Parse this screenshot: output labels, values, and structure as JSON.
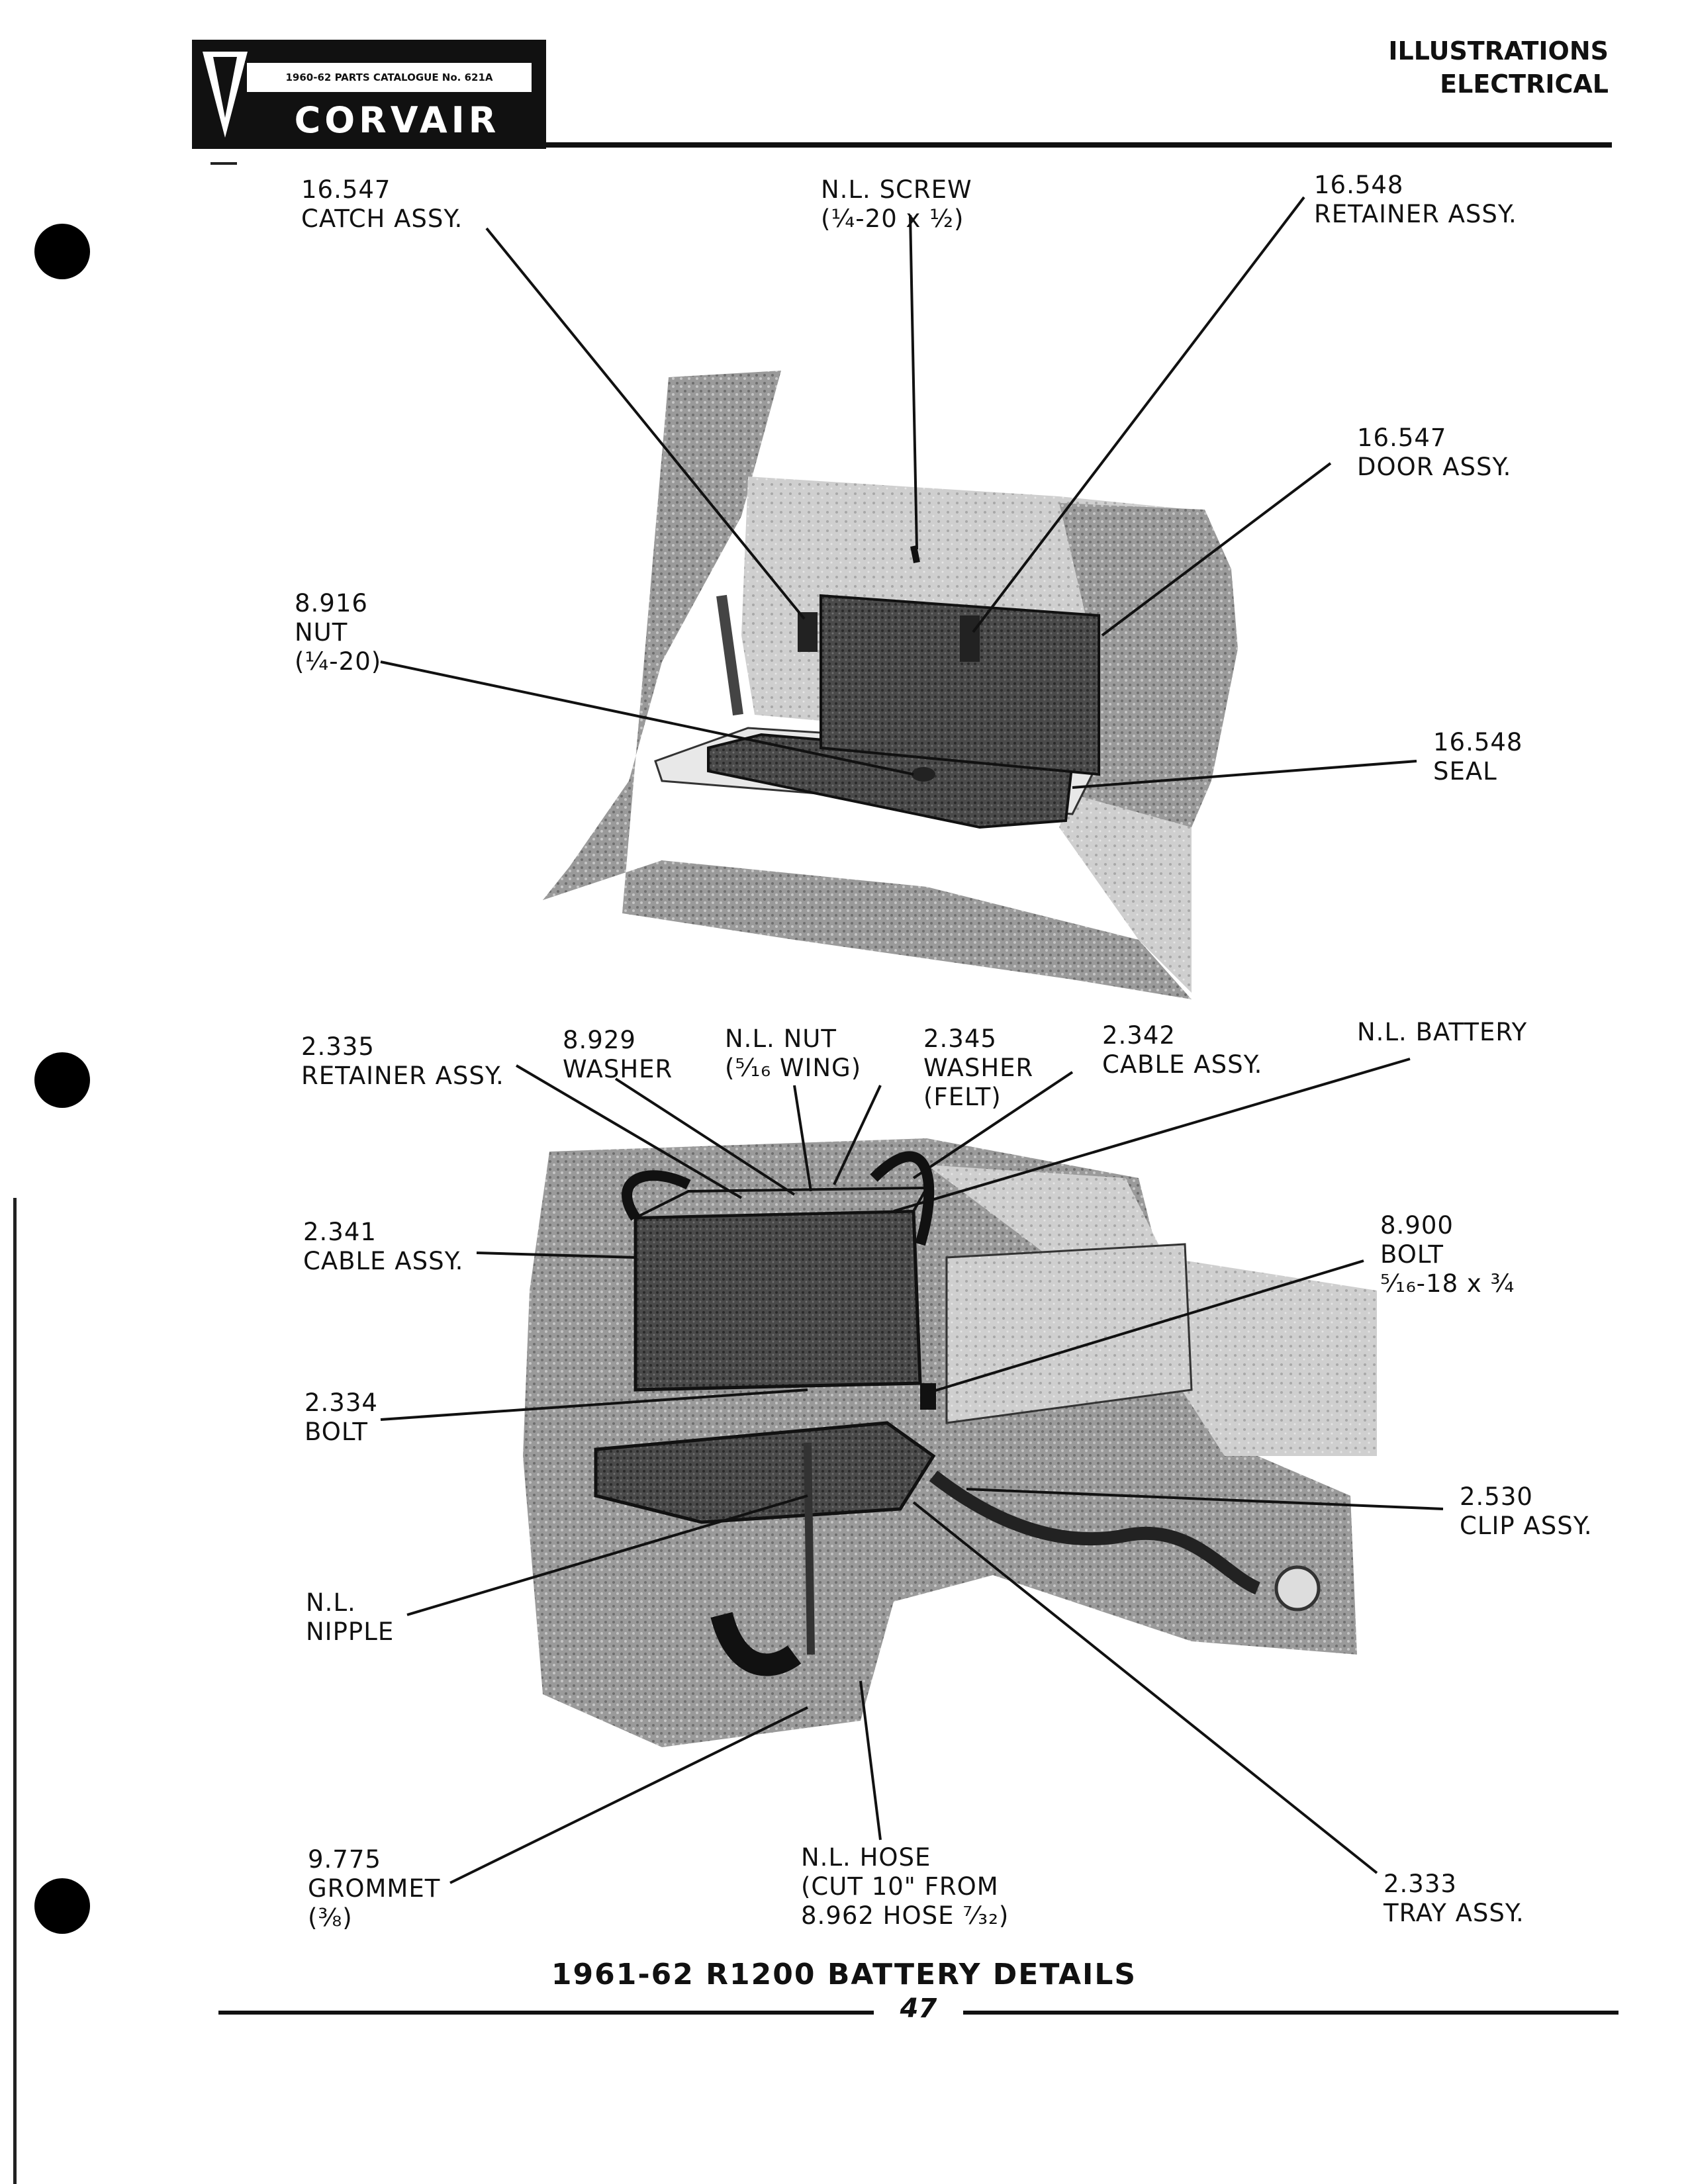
{
  "header": {
    "logo_catalogue": "1960-62 PARTS CATALOGUE No. 621A",
    "logo_brand": "CORVAIR",
    "section_title": "ILLUSTRATIONS",
    "section_subtitle": "ELECTRICAL"
  },
  "top_figure": {
    "labels": [
      {
        "lines": [
          "16.547",
          "CATCH ASSY."
        ]
      },
      {
        "lines": [
          "N.L. SCREW",
          "(¼-20 x ½)"
        ]
      },
      {
        "lines": [
          "16.548",
          "RETAINER ASSY."
        ]
      },
      {
        "lines": [
          "16.547",
          "DOOR ASSY."
        ]
      },
      {
        "lines": [
          "8.916",
          "NUT",
          "(¼-20)"
        ]
      },
      {
        "lines": [
          "16.548",
          "SEAL"
        ]
      }
    ]
  },
  "bottom_figure": {
    "labels": [
      {
        "lines": [
          "2.335",
          "RETAINER ASSY."
        ]
      },
      {
        "lines": [
          "8.929",
          "WASHER"
        ]
      },
      {
        "lines": [
          "N.L. NUT",
          "(⁵⁄₁₆ WING)"
        ]
      },
      {
        "lines": [
          "2.345",
          "WASHER",
          "(FELT)"
        ]
      },
      {
        "lines": [
          "2.342",
          "CABLE ASSY."
        ]
      },
      {
        "lines": [
          "N.L. BATTERY"
        ]
      },
      {
        "lines": [
          "2.341",
          "CABLE ASSY."
        ]
      },
      {
        "lines": [
          "8.900",
          "BOLT",
          "⁵⁄₁₆-18 x ¾"
        ]
      },
      {
        "lines": [
          "2.334",
          "BOLT"
        ]
      },
      {
        "lines": [
          "2.530",
          "CLIP ASSY."
        ]
      },
      {
        "lines": [
          "N.L.",
          "NIPPLE"
        ]
      },
      {
        "lines": [
          "9.775",
          "GROMMET",
          "(⅜)"
        ]
      },
      {
        "lines": [
          "N.L. HOSE",
          "(CUT 10\" FROM",
          "8.962 HOSE ⁷⁄₃₂)"
        ]
      },
      {
        "lines": [
          "2.333",
          "TRAY ASSY."
        ]
      }
    ]
  },
  "caption": "1961-62 R1200 BATTERY DETAILS",
  "page_number": "47"
}
